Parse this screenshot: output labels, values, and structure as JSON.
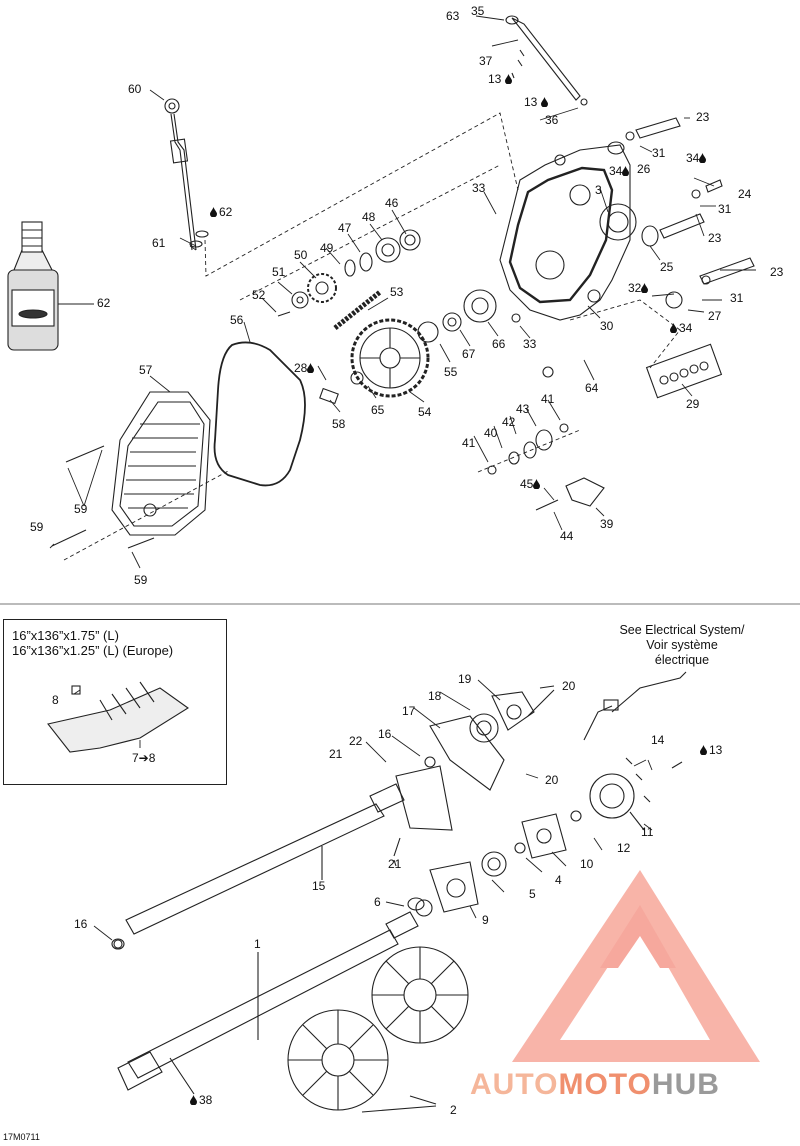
{
  "inset": {
    "line1": "16”x136”x1.75” (L)",
    "line2": "16”x136”x1.25” (L) (Europe)"
  },
  "note": {
    "line1": "See Electrical System/",
    "line2": "Voir système",
    "line3": "électrique"
  },
  "drawing_number": "17M0711",
  "watermark": {
    "auto": "AUTO",
    "moto": "MOTO",
    "hub": "HUB"
  },
  "callouts": {
    "c63": "63",
    "c35": "35",
    "c37": "37",
    "c13a": "13",
    "c13b": "13",
    "c36": "36",
    "c23a": "23",
    "c31a": "31",
    "c26": "26",
    "c34a": "34",
    "c34b": "34",
    "c24": "24",
    "c31b": "31",
    "c23b": "23",
    "c25": "25",
    "c23c": "23",
    "c32": "32",
    "c31c": "31",
    "c27": "27",
    "c34c": "34",
    "c60": "60",
    "c62a": "62",
    "c61": "61",
    "c62b": "62",
    "c33a": "33",
    "c3": "3",
    "c46": "46",
    "c48": "48",
    "c47": "47",
    "c49": "49",
    "c50": "50",
    "c51": "51",
    "c52": "52",
    "c53": "53",
    "c56": "56",
    "c57": "57",
    "c28": "28",
    "c58": "58",
    "c65": "65",
    "c54": "54",
    "c55": "55",
    "c67": "67",
    "c66": "66",
    "c33b": "33",
    "c30": "30",
    "c64": "64",
    "c29": "29",
    "c41a": "41",
    "c43": "43",
    "c42": "42",
    "c40": "40",
    "c41b": "41",
    "c45": "45",
    "c44": "44",
    "c39": "39",
    "c59a": "59",
    "c59b": "59",
    "c59c": "59",
    "c8": "8",
    "c7": "7➔8",
    "c19": "19",
    "c20a": "20",
    "c18": "18",
    "c17": "17",
    "c22": "22",
    "c16a": "16",
    "c21a": "21",
    "c20b": "20",
    "c14": "14",
    "c13c": "13",
    "c11": "11",
    "c12": "12",
    "c10": "10",
    "c4": "4",
    "c5": "5",
    "c21b": "21",
    "c15": "15",
    "c6": "6",
    "c9": "9",
    "c16b": "16",
    "c1": "1",
    "c2": "2",
    "c38": "38"
  }
}
